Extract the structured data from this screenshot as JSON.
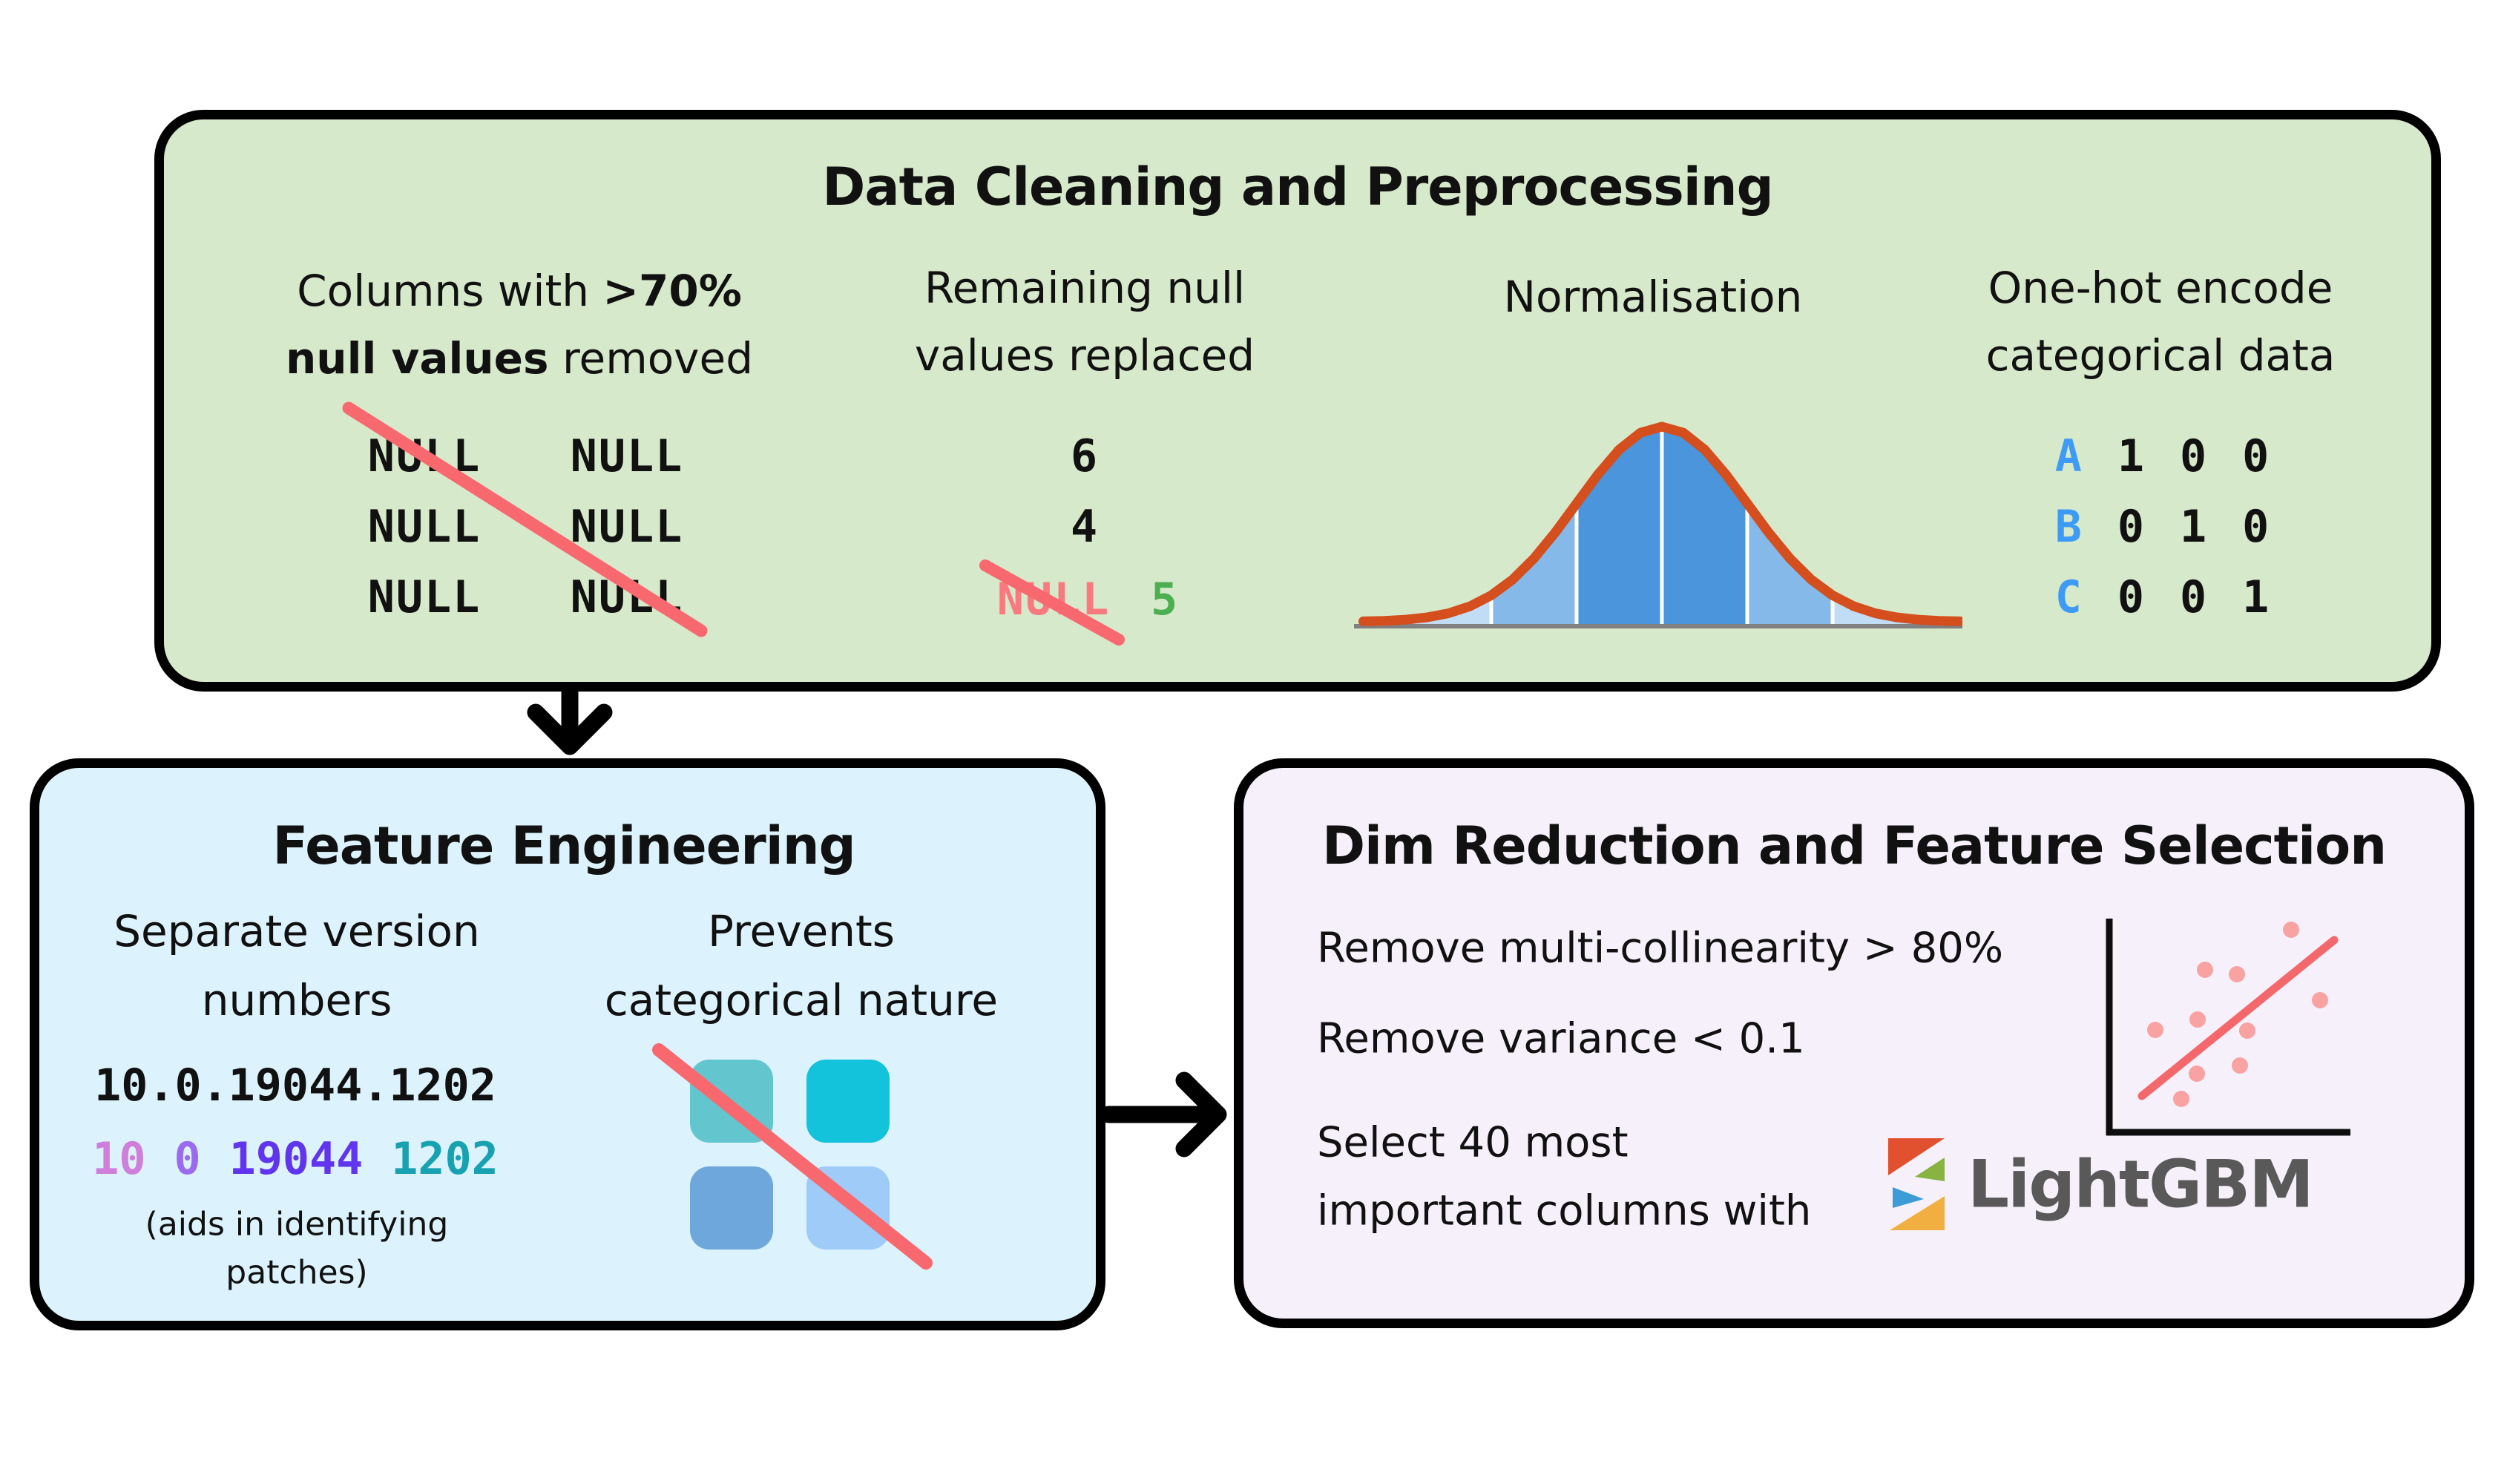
{
  "figure": {
    "preprocessing": {
      "title": "Data Cleaning and Preprocessing",
      "null_removal": {
        "heading_pre": "Columns with ",
        "heading_bold": ">70%",
        "heading2_bold": "null values",
        "heading2_post": " removed",
        "cells": [
          "NULL",
          "NULL",
          "NULL",
          "NULL",
          "NULL",
          "NULL"
        ]
      },
      "null_replace": {
        "heading1": "Remaining null",
        "heading2": "values replaced",
        "values": [
          "6",
          "4"
        ],
        "crossed": "NULL",
        "replacement": "5"
      },
      "normalisation": {
        "heading": "Normalisation"
      },
      "one_hot": {
        "heading1": "One-hot encode",
        "heading2": "categorical data",
        "rows": [
          {
            "label": "A",
            "bits": [
              "1",
              "0",
              "0"
            ]
          },
          {
            "label": "B",
            "bits": [
              "0",
              "1",
              "0"
            ]
          },
          {
            "label": "C",
            "bits": [
              "0",
              "0",
              "1"
            ]
          }
        ]
      }
    },
    "feature_engineering": {
      "title": "Feature Engineering",
      "version": {
        "heading1": "Separate version",
        "heading2": "numbers",
        "full": "10.0.19044.1202",
        "parts": [
          {
            "text": "10",
            "color": "#cf7edb"
          },
          {
            "text": "0",
            "color": "#9a6bef"
          },
          {
            "text": "19044",
            "color": "#6134ed"
          },
          {
            "text": "1202",
            "color": "#18a1b1"
          }
        ],
        "note1": "(aids in identifying",
        "note2": "patches)"
      },
      "categorical": {
        "heading1": "Prevents",
        "heading2": "categorical nature"
      }
    },
    "dim_reduction": {
      "title": "Dim Reduction and Feature Selection",
      "rule1": "Remove multi-collinearity > 80%",
      "rule2": "Remove variance < 0.1",
      "select1": "Select 40 most",
      "select2": "important columns with",
      "lightgbm": "LightGBM"
    }
  },
  "colors": {
    "box_green_fill": "#d7e9cb",
    "box_blue_fill": "#dcf3fd",
    "box_purple_fill": "#f5f0fa",
    "strike_salmon": "#f8696f",
    "crossed_null_text": "#f8797e",
    "replacement_green": "#4caf50",
    "onehot_label_blue": "#3d9bf5",
    "bell_dark": "#4b95dc",
    "bell_mid": "#84b9ea",
    "bell_light": "#c1ddf5",
    "bell_stroke": "#d44e1e",
    "scatter_dot": "#f9a2a2",
    "scatter_line": "#f4686b",
    "lightgbm_red": "#e2512f",
    "lightgbm_green": "#87b341",
    "lightgbm_blue": "#3d9cd6",
    "lightgbm_orange": "#f2af41",
    "lightgbm_text": "#595959",
    "version_part_colors": [
      "#cf7edb",
      "#9a6bef",
      "#6134ed",
      "#18a1b1"
    ]
  }
}
